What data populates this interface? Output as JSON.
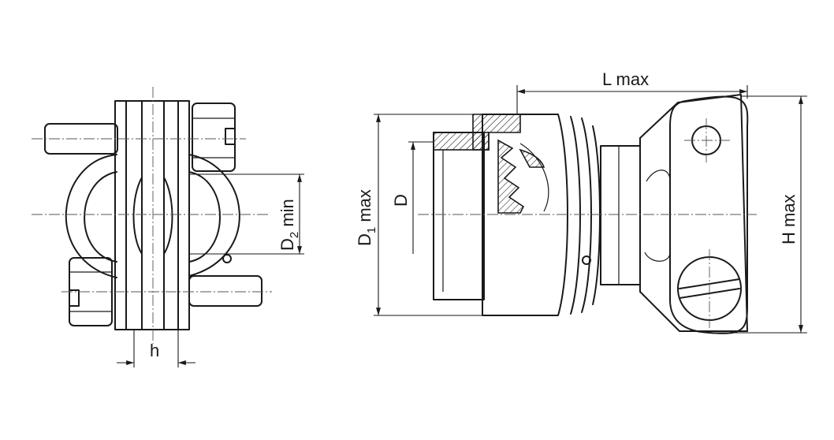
{
  "labels": {
    "L": "L max",
    "H": "H max",
    "D1_main": "D",
    "D1_sub": "1",
    "D1_suffix": " max",
    "D": "D",
    "D2_main": "D",
    "D2_sub": "2",
    "D2_suffix": " min",
    "h": "h"
  }
}
